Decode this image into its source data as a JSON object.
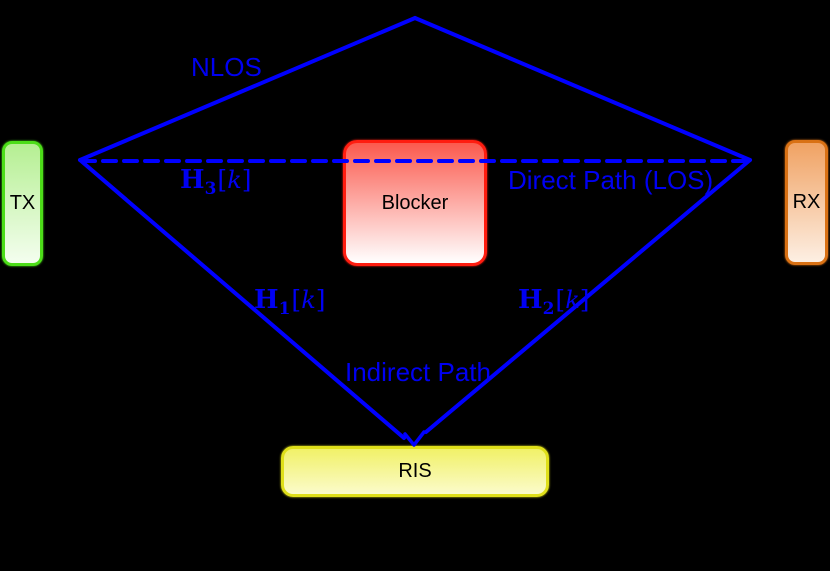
{
  "colors": {
    "bg": "#000000",
    "line": "#0000ff",
    "label": "#0000f2",
    "box-text": "#000000",
    "tx-border": "#4cdd18",
    "tx-top": "#b5ef92",
    "tx-bottom": "#f4feef",
    "rx-border": "#d97114",
    "rx-top": "#f0a263",
    "rx-bottom": "#fdefe3",
    "blocker-border": "#ff1d10",
    "blocker-top": "#fb5a4e",
    "blocker-bottom": "#ffffff",
    "ris-border": "#dfdf1a",
    "ris-top": "#f1f168",
    "ris-bottom": "#fbfbcb"
  },
  "nodes": {
    "tx": {
      "label": "TX"
    },
    "rx": {
      "label": "RX"
    },
    "blocker": {
      "label": "Blocker"
    },
    "ris": {
      "label": "RIS"
    }
  },
  "paths": {
    "nlos": "NLOS",
    "direct": "Direct Path (LOS)",
    "indirect": "Indirect Path",
    "h1": {
      "m": "H",
      "sub": "1",
      "open": "[",
      "var": "k",
      "close": "]"
    },
    "h2": {
      "m": "H",
      "sub": "2",
      "open": "[",
      "var": "k",
      "close": "]"
    },
    "h3": {
      "m": "H",
      "sub": "3",
      "open": "[",
      "var": "k",
      "close": "]"
    }
  }
}
